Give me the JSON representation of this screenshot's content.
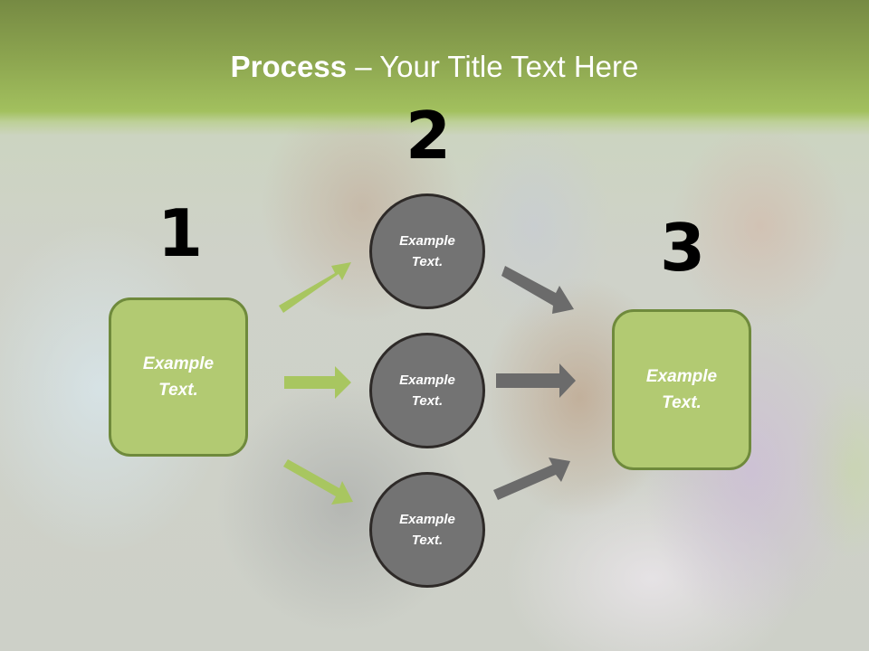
{
  "slide": {
    "title_bold": "Process",
    "title_rest": " – Your Title Text Here",
    "colors": {
      "header_green": "#8da650",
      "box_green": "#b2ca72",
      "box_border": "#6f8a3c",
      "circle_gray": "#737373",
      "circle_border": "#2e2a28",
      "arrow_green": "#a8c660",
      "arrow_gray": "#6b6b6b"
    }
  },
  "steps": [
    {
      "number": "1",
      "label": "Example Text.",
      "line1": "Example",
      "line2": "Text."
    },
    {
      "number": "2",
      "label": "Example Text.",
      "circles": [
        {
          "line1": "Example",
          "line2": "Text."
        },
        {
          "line1": "Example",
          "line2": "Text."
        },
        {
          "line1": "Example",
          "line2": "Text."
        }
      ]
    },
    {
      "number": "3",
      "label": "Example Text.",
      "line1": "Example",
      "line2": "Text."
    }
  ],
  "arrows": {
    "green": [
      "arrow-up-right",
      "arrow-right",
      "arrow-down-right"
    ],
    "gray": [
      "arrow-down-right",
      "arrow-right",
      "arrow-up-right"
    ]
  }
}
